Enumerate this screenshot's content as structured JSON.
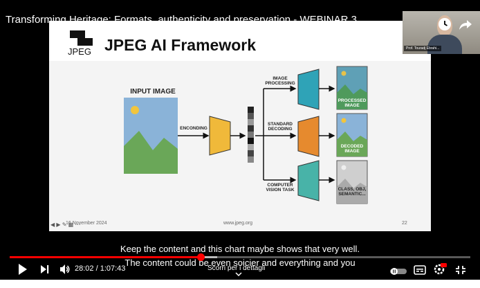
{
  "video": {
    "title": "Transforming Heritage: Formats, authenticity and preservation - WEBINAR 3",
    "time": "28:02 / 1:07:43",
    "progress": 0.414,
    "buffered": 0.45,
    "caption_line1": "Keep the content and this chart maybe shows that very well.",
    "caption_line2": "The content could be even soicier and everything and you",
    "scroll_hint": "Scorri per i dettagli",
    "webcam_name": "Prof. Touradj Ebrahi..."
  },
  "slide": {
    "logo_text": "JPEG",
    "title": "JPEG AI Framework",
    "input_label": "INPUT IMAGE",
    "encoding_label": "ENCONDING",
    "branches": [
      {
        "task": "IMAGE PROCESSING",
        "output": "PROCESSED IMAGE",
        "color": "#2fa3b7"
      },
      {
        "task": "STANDARD DECODING",
        "output": "DECODED IMAGE",
        "color": "#e68a2e"
      },
      {
        "task": "COMPUTER VISION TASK",
        "output": "CLASS, OBJ, SEMANTIC...",
        "color": "#48b3a8"
      }
    ],
    "footer_date": "16 November 2024",
    "footer_url": "www.jpeg.org",
    "footer_page": "22"
  },
  "colors": {
    "accent": "#ff0000",
    "encoder": "#f0b93a"
  }
}
